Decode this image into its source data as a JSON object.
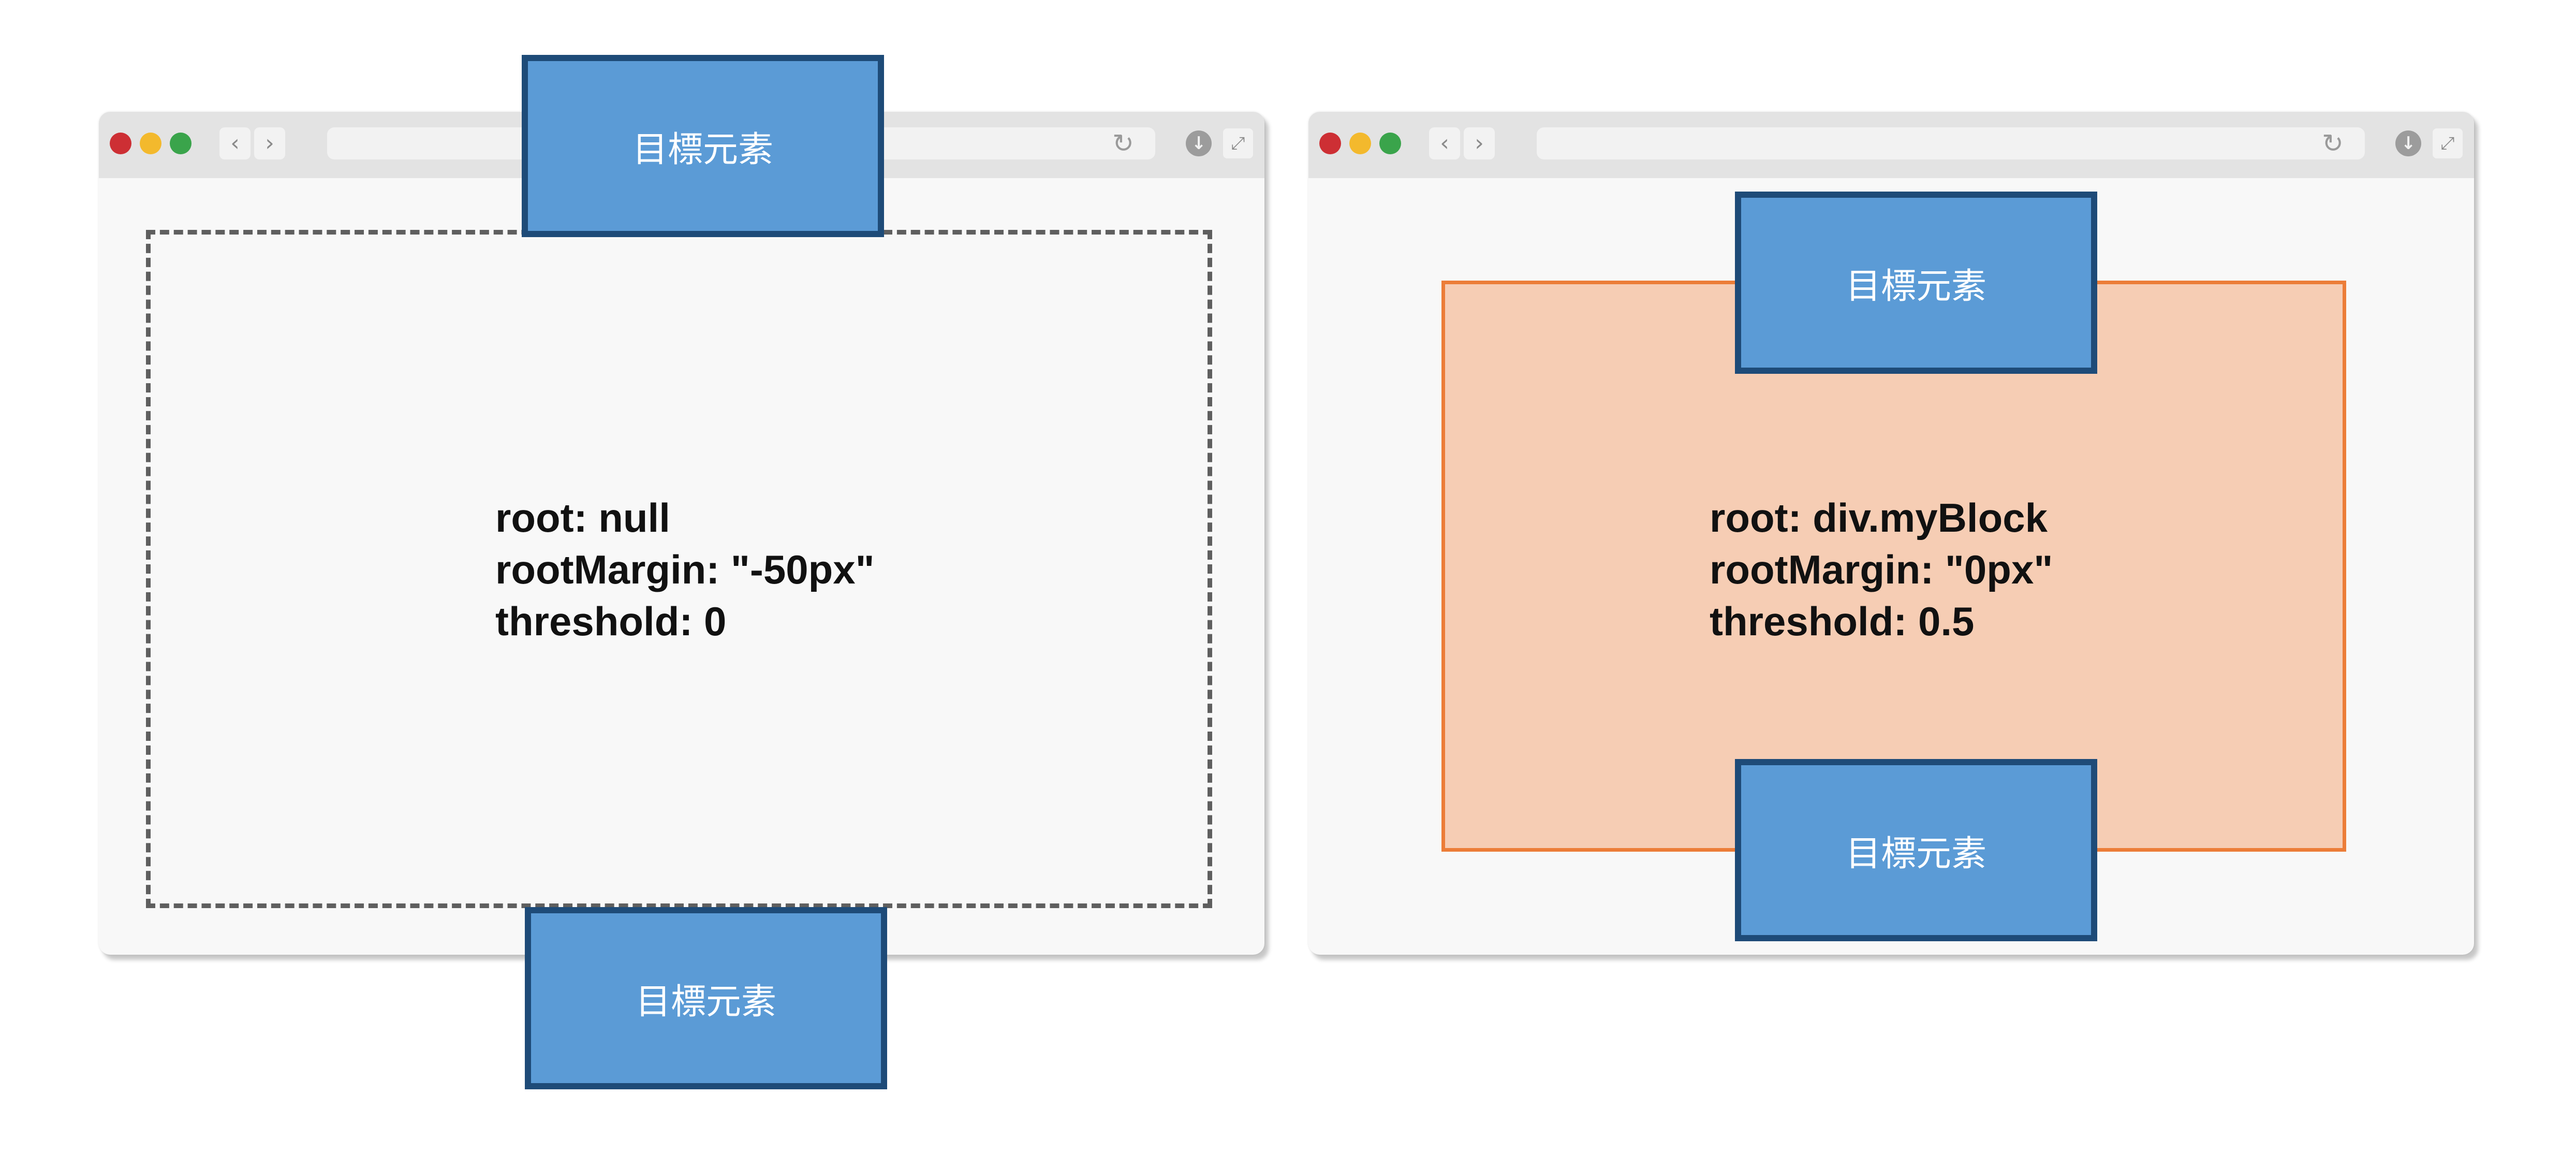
{
  "browser_icons": {
    "back": "‹",
    "forward": "›",
    "reload": "↻",
    "download": "↓",
    "expand": "⤢"
  },
  "colors": {
    "target_fill": "#5b9bd6",
    "target_border": "#1e4b78",
    "root_block_fill": "#f6cdb4",
    "root_block_border": "#ec7d38",
    "dashed_border": "#5f5f5f"
  },
  "left_panel": {
    "target_top": "目標元素",
    "target_bottom": "目標元素",
    "config": {
      "root": "root: null",
      "root_margin": "rootMargin: \"-50px\"",
      "threshold": "threshold: 0"
    }
  },
  "right_panel": {
    "target_top": "目標元素",
    "target_bottom": "目標元素",
    "config": {
      "root": "root: div.myBlock",
      "root_margin": "rootMargin: \"0px\"",
      "threshold": "threshold: 0.5"
    }
  }
}
